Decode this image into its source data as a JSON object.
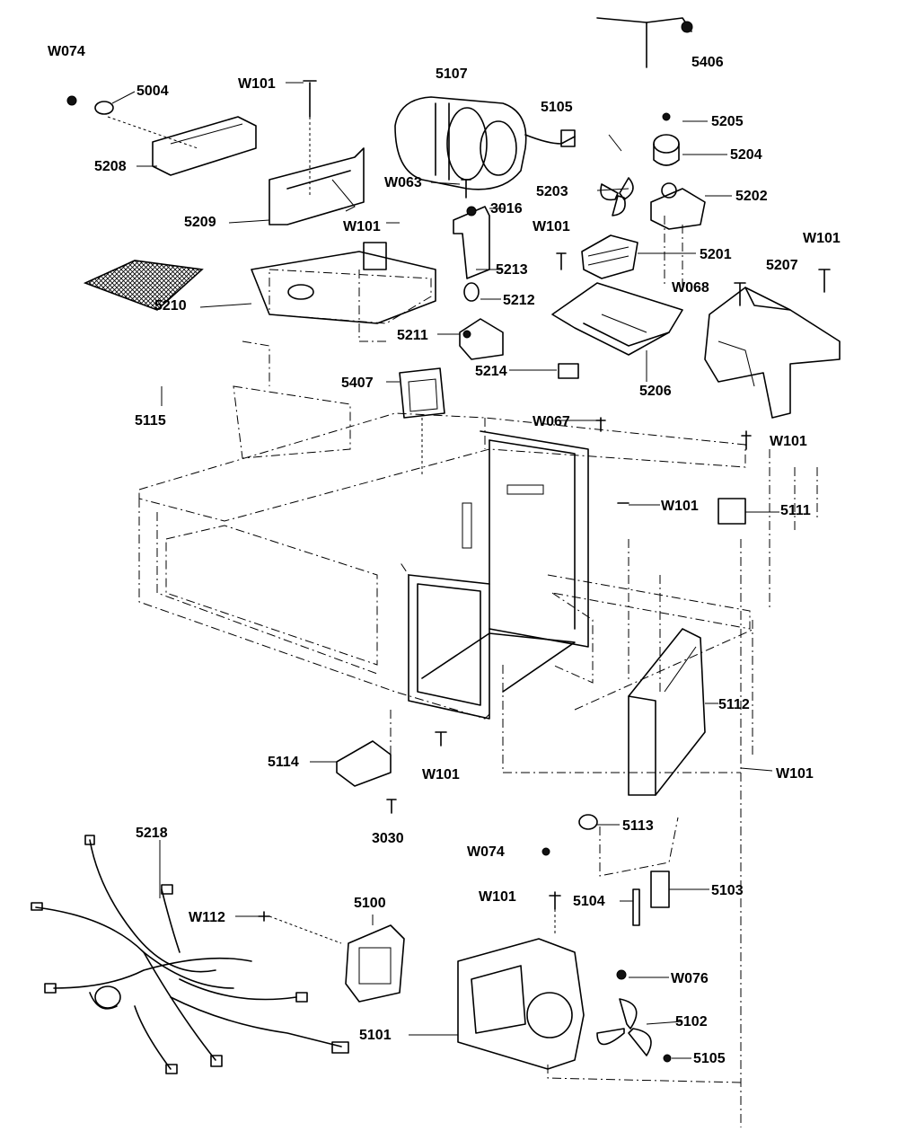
{
  "diagram": {
    "labels": {
      "w074_top": "W074",
      "p5004": "5004",
      "p5208": "5208",
      "w101_top": "W101",
      "p5107": "5107",
      "p5105_top": "5105",
      "p5205": "5205",
      "p5406": "5406",
      "p5204": "5204",
      "w063": "W063",
      "p3016": "3016",
      "p5203": "5203",
      "p5202": "5202",
      "p5209": "5209",
      "w101_b": "W101",
      "w101_c": "W101",
      "p5201": "5201",
      "w101_d": "W101",
      "p5213": "5213",
      "w068": "W068",
      "p5207": "5207",
      "p5210": "5210",
      "p5212": "5212",
      "p5211": "5211",
      "p5407": "5407",
      "p5214": "5214",
      "p5206": "5206",
      "p5115": "5115",
      "w067": "W067",
      "w101_e": "W101",
      "w101_f": "W101",
      "p5111": "5111",
      "p5112": "5112",
      "p5114": "5114",
      "w101_g": "W101",
      "w101_h": "W101",
      "p3030": "3030",
      "p5218": "5218",
      "p5113": "5113",
      "w074_bottom": "W074",
      "p5100": "5100",
      "w101_i": "W101",
      "p5104": "5104",
      "p5103": "5103",
      "w112": "W112",
      "w076": "W076",
      "p5102": "5102",
      "p5101": "5101",
      "p5105_bottom": "5105"
    }
  }
}
